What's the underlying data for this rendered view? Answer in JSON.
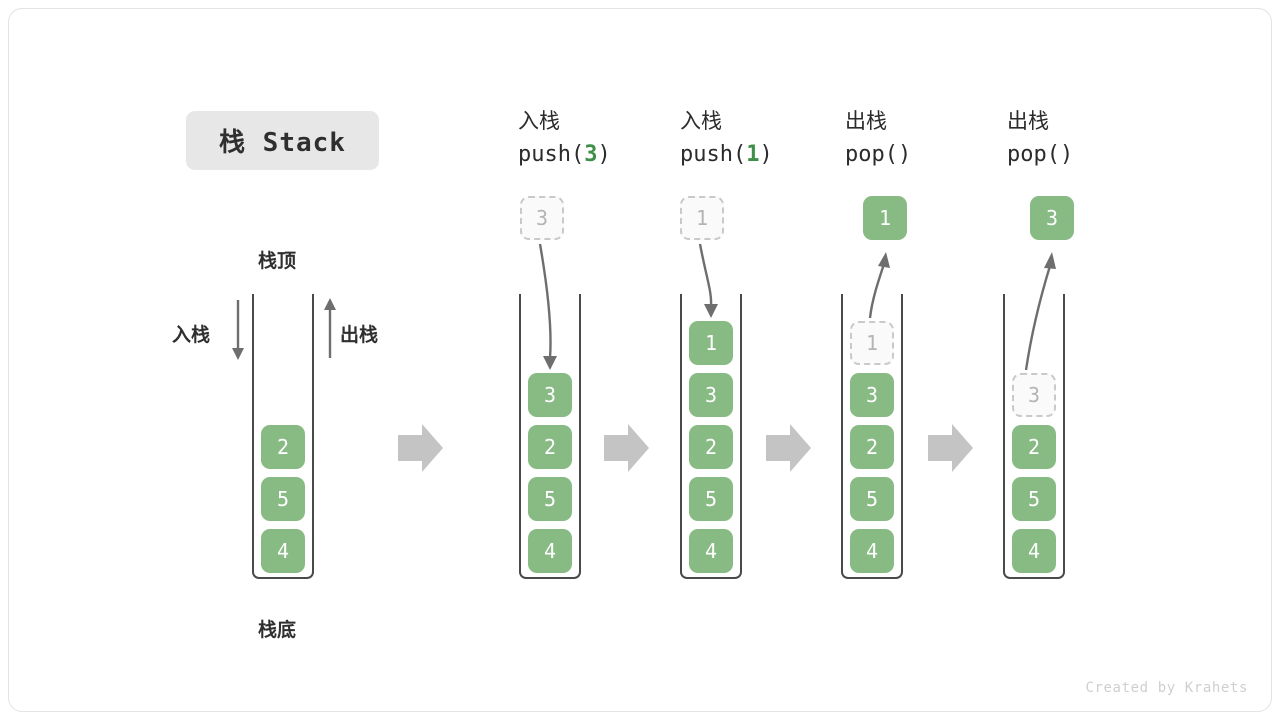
{
  "title": {
    "text": "栈 Stack"
  },
  "labels": {
    "stack_top": "栈顶",
    "stack_bottom": "栈底",
    "push_side": "入栈",
    "pop_side": "出栈"
  },
  "footer": {
    "credit": "Created by Krahets"
  },
  "colors": {
    "cell_green": "#88bb84",
    "cell_text": "#ffffff",
    "ghost_border": "#c9c9c9",
    "ghost_text": "#b4b4b4",
    "arrow_gray": "#6e6e6e",
    "step_arrow": "#c4c4c4",
    "container_border": "#4a4a4a",
    "title_chip_bg": "#e7e7e7",
    "code_accent": "#3f8f48"
  },
  "columns": [
    {
      "id": "initial",
      "op_cn": "",
      "op_code": "",
      "op_arg": "",
      "floating": null,
      "stack": [
        "2",
        "5",
        "4"
      ],
      "ghost_in_stack": null,
      "arrow": "none"
    },
    {
      "id": "push-3",
      "op_cn": "入栈",
      "op_code_prefix": "push(",
      "op_arg": "3",
      "op_code_suffix": ")",
      "floating": {
        "value": "3",
        "style": "ghost"
      },
      "stack": [
        "3",
        "2",
        "5",
        "4"
      ],
      "ghost_in_stack": null,
      "arrow": "down"
    },
    {
      "id": "push-1",
      "op_cn": "入栈",
      "op_code_prefix": "push(",
      "op_arg": "1",
      "op_code_suffix": ")",
      "floating": {
        "value": "1",
        "style": "ghost"
      },
      "stack": [
        "1",
        "3",
        "2",
        "5",
        "4"
      ],
      "ghost_in_stack": null,
      "arrow": "down"
    },
    {
      "id": "pop-1",
      "op_cn": "出栈",
      "op_code_prefix": "pop(",
      "op_arg": "",
      "op_code_suffix": ")",
      "floating": {
        "value": "1",
        "style": "solid"
      },
      "stack": [
        "3",
        "2",
        "5",
        "4"
      ],
      "ghost_in_stack": {
        "value": "1",
        "slot": 0
      },
      "arrow": "up"
    },
    {
      "id": "pop-3",
      "op_cn": "出栈",
      "op_code_prefix": "pop(",
      "op_arg": "",
      "op_code_suffix": ")",
      "floating": {
        "value": "3",
        "style": "solid"
      },
      "stack": [
        "2",
        "5",
        "4"
      ],
      "ghost_in_stack": {
        "value": "3",
        "slot": 1
      },
      "arrow": "up"
    }
  ],
  "step_arrows": 4
}
